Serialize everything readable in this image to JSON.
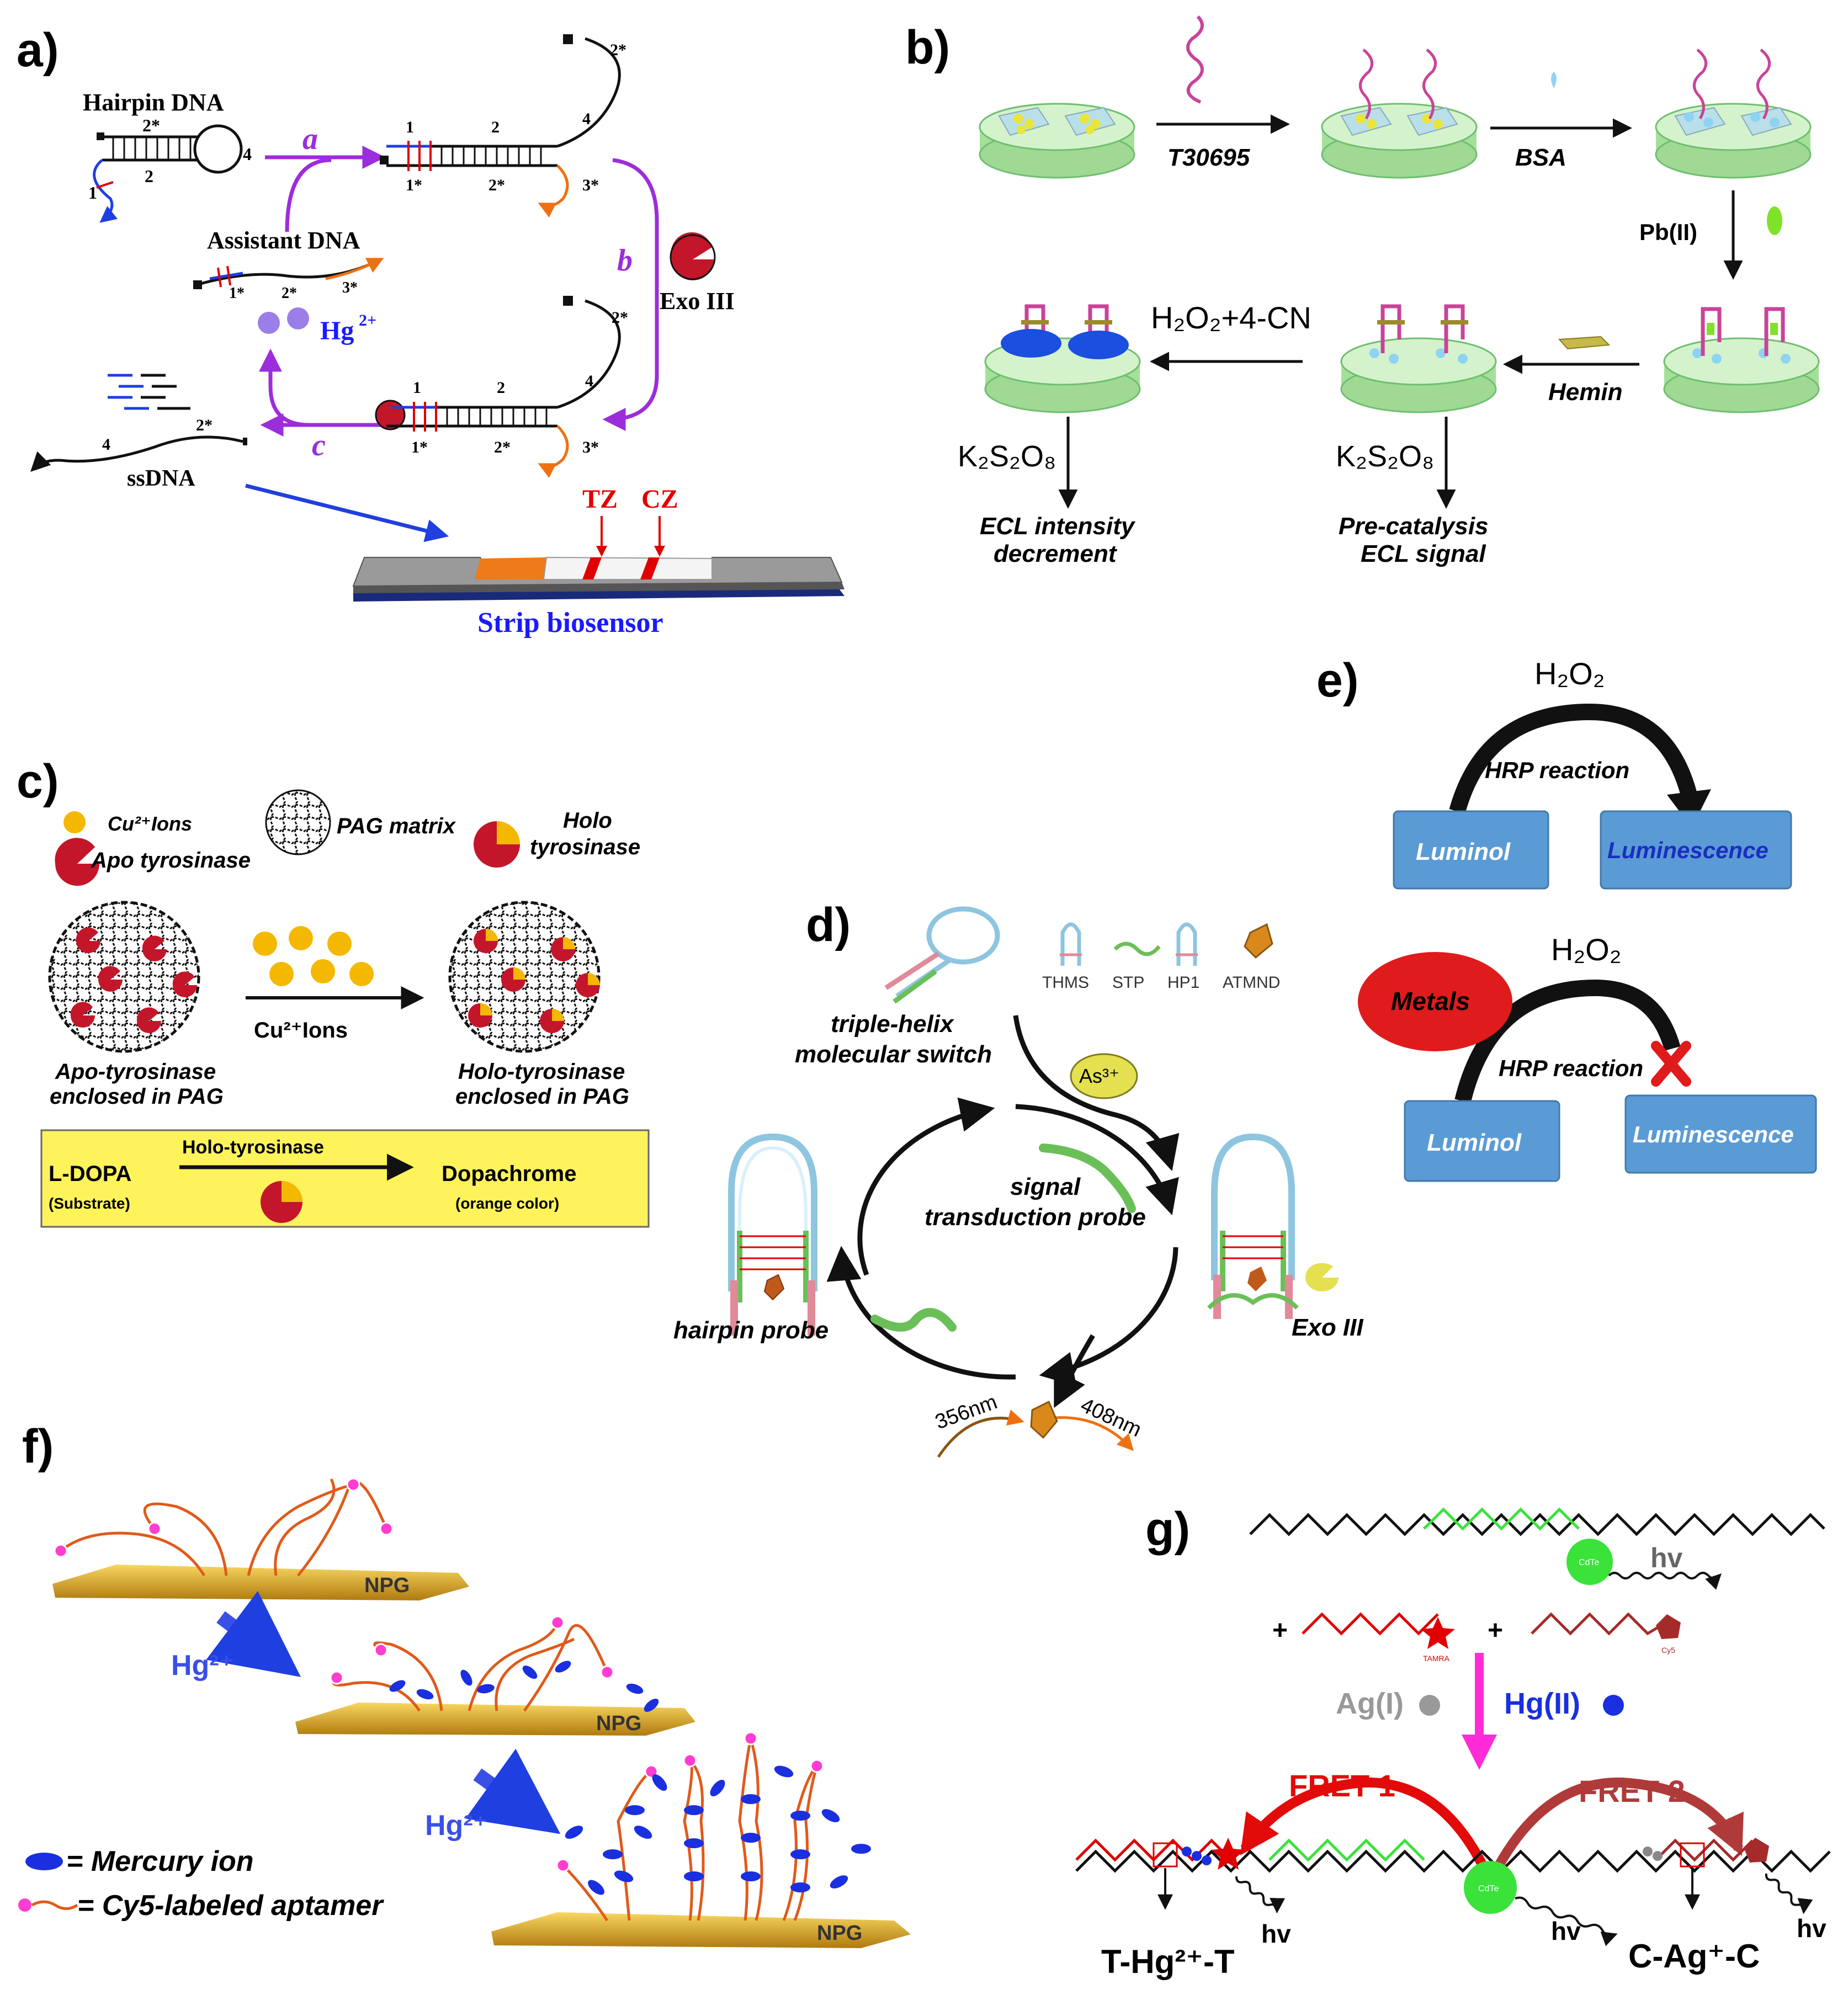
{
  "panels": {
    "a": {
      "letter": "a)",
      "hairpin_dna": "Hairpin DNA",
      "assistant_dna": "Assistant DNA",
      "hg_ion": "Hg",
      "hg_charge": "2+",
      "exo": "Exo III",
      "ssdna": "ssDNA",
      "step_a": "a",
      "step_b": "b",
      "step_c": "c",
      "tz": "TZ",
      "cz": "CZ",
      "strip": "Strip biosensor",
      "seg_labels": [
        "1",
        "2",
        "2*",
        "4",
        "1*",
        "3*",
        "2*",
        "4"
      ]
    },
    "b": {
      "letter": "b)",
      "t30695": "T30695",
      "bsa": "BSA",
      "pb": "Pb(II)",
      "hemin": "Hemin",
      "h2o2_cn": "H₂O₂+4-CN",
      "k2s2o8": "K₂S₂O₈",
      "ecl_decrement_1": "ECL intensity",
      "ecl_decrement_2": "decrement",
      "precatalysis_1": "Pre-catalysis",
      "precatalysis_2": "ECL signal"
    },
    "c": {
      "letter": "c)",
      "cu_ions": "Cu²⁺Ions",
      "apo": "Apo tyrosinase",
      "pag_matrix": "PAG matrix",
      "holo_1": "Holo",
      "holo_2": "tyrosinase",
      "cu_ions_arrow": "Cu²⁺Ions",
      "apo_enclosed_1": "Apo-tyrosinase",
      "apo_enclosed_2": "enclosed in PAG",
      "holo_enclosed_1": "Holo-tyrosinase",
      "holo_enclosed_2": "enclosed in PAG",
      "holo_tyr": "Holo-tyrosinase",
      "ldopa": "L-DOPA",
      "substrate": "(Substrate)",
      "dopachrome": "Dopachrome",
      "orange": "(orange color)"
    },
    "d": {
      "letter": "d)",
      "legend": [
        "THMS",
        "STP",
        "HP1",
        "ATMND"
      ],
      "switch_1": "triple-helix",
      "switch_2": "molecular switch",
      "as_ion": "As³⁺",
      "signal_1": "signal",
      "signal_2": "transduction probe",
      "hairpin": "hairpin probe",
      "exo": "Exo III",
      "ex": "356nm",
      "em": "408nm"
    },
    "e": {
      "letter": "e)",
      "h2o2": "H₂O₂",
      "hrp": "HRP reaction",
      "luminol": "Luminol",
      "luminescence": "Luminescence",
      "metals": "Metals"
    },
    "f": {
      "letter": "f)",
      "npg": "NPG",
      "hg": "Hg²⁺",
      "mercury": "= Mercury ion",
      "aptamer": "= Cy5-labeled aptamer"
    },
    "g": {
      "letter": "g)",
      "hv": "hv",
      "plus": "+",
      "ag": "Ag(I)",
      "hg": "Hg(II)",
      "fret1": "FRET 1",
      "fret2": "FRET 2",
      "thg": "T-Hg²⁺-T",
      "cagc": "C-Ag⁺-C",
      "cdte": "CdTe",
      "tamra": "TAMRA",
      "cy5": "Cy5"
    }
  },
  "colors": {
    "purple": "#8a2be2",
    "blue_text": "#1a1aff",
    "red": "#e00000",
    "orange": "#f07010",
    "green": "#7ed957",
    "e_box": "#5b9bd5",
    "yellow_box": "#fff35c"
  }
}
